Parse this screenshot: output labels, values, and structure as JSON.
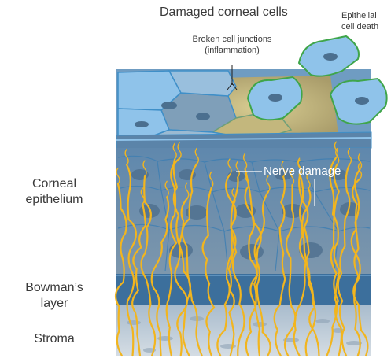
{
  "labels": {
    "title": "Damaged corneal cells",
    "epithelial_death_line1": "Epithelial",
    "epithelial_death_line2": "cell death",
    "junctions_line1": "Broken cell junctions",
    "junctions_line2": "(inflammation)",
    "nerve_damage": "Nerve damage",
    "epithelium_line1": "Corneal",
    "epithelium_line2": "epithelium",
    "bowman_line1": "Bowman’s",
    "bowman_line2": "layer",
    "stroma": "Stroma"
  },
  "colors": {
    "top_surface": "#7fa8c8",
    "cell_blue": "#8fc3ea",
    "cell_outline": "#3f8fc8",
    "damaged_tan": "#c9c08a",
    "dead_cell_outline": "#3fa54a",
    "epithelium_side": "#5e86aa",
    "bowman_layer": "#3c6f9c",
    "stroma": "#b9c6d2",
    "nerve": "#f2b51e"
  }
}
